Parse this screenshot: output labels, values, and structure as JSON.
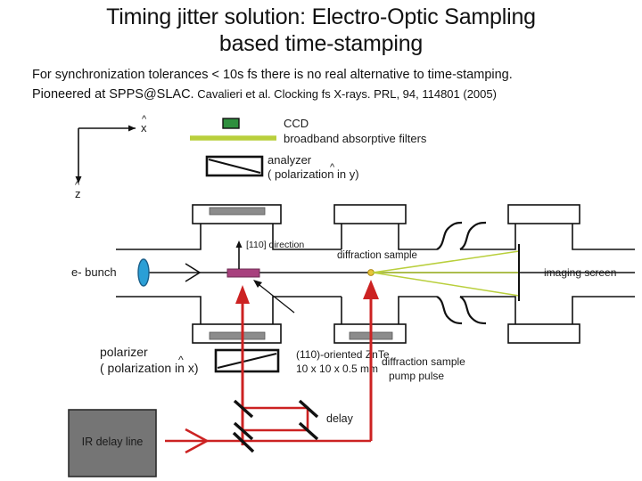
{
  "slide": {
    "title_lines": [
      "Timing jitter solution: Electro-Optic Sampling",
      "based time-stamping"
    ],
    "body_lines": [
      "For synchronization tolerances < 10s fs there is no real alternative to time-stamping.",
      "Pioneered at SPPS@SLAC.",
      "Cavalieri et al. Clocking fs X-rays. PRL, 94, 114801 (2005)"
    ]
  },
  "figure": {
    "axes": {
      "x_label": "x",
      "z_label": "z",
      "hat": "^"
    },
    "labels": {
      "ccd": "CCD",
      "filters": "broadband absorptive filters",
      "analyzer_line1": "analyzer",
      "analyzer_line2_pre": "( polarization in ",
      "analyzer_line2_sym": "y",
      "analyzer_line2_post": ")",
      "e_bunch": "e- bunch",
      "direction": "[110] direction",
      "diffraction_sample": "diffraction sample",
      "imaging_screen": "imaging screen",
      "polarizer_line1": "polarizer",
      "polarizer_line2_pre": "( polarization in ",
      "polarizer_line2_sym": "x",
      "polarizer_line2_post": ")",
      "znte_line1": "(110)-oriented ZnTe",
      "znte_line2": "10 x 10 x 0.5 mm",
      "pump_line1": "diffraction sample",
      "pump_line2": "pump pulse",
      "delay": "delay",
      "ir_delay_line": "IR delay line"
    },
    "colors": {
      "ccd_fill": "#2f8f3e",
      "filter_bar": "#b9cf3c",
      "diffraction_ray": "#b9cf3c",
      "crystal": "#a8417e",
      "e_bunch": "#2a9fd6",
      "ir_beam": "#cc2222",
      "gray_box": "#757575",
      "window_gray": "#8c8c8c",
      "outline": "#111111"
    }
  }
}
